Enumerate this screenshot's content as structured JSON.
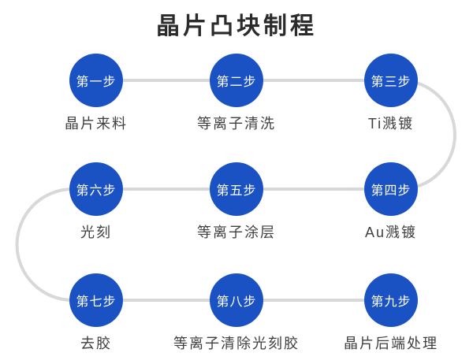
{
  "title": "晶片凸块制程",
  "colors": {
    "circle": "#1B52C3",
    "connector": "#D8D8D8",
    "title": "#2B2B2B",
    "label": "#3F3F3F",
    "step_text": "#FFFFFF",
    "background": "#FFFFFF"
  },
  "steps": [
    {
      "step": "第一步",
      "label": "晶片来料"
    },
    {
      "step": "第二步",
      "label": "等离子清洗"
    },
    {
      "step": "第三步",
      "label": "Ti溅镀"
    },
    {
      "step": "第四步",
      "label": "Au溅镀"
    },
    {
      "step": "第五步",
      "label": "等离子涂层"
    },
    {
      "step": "第六步",
      "label": "光刻"
    },
    {
      "step": "第七步",
      "label": "去胶"
    },
    {
      "step": "第八步",
      "label": "等离子清除光刻胶"
    },
    {
      "step": "第九步",
      "label": "晶片后端处理"
    }
  ]
}
